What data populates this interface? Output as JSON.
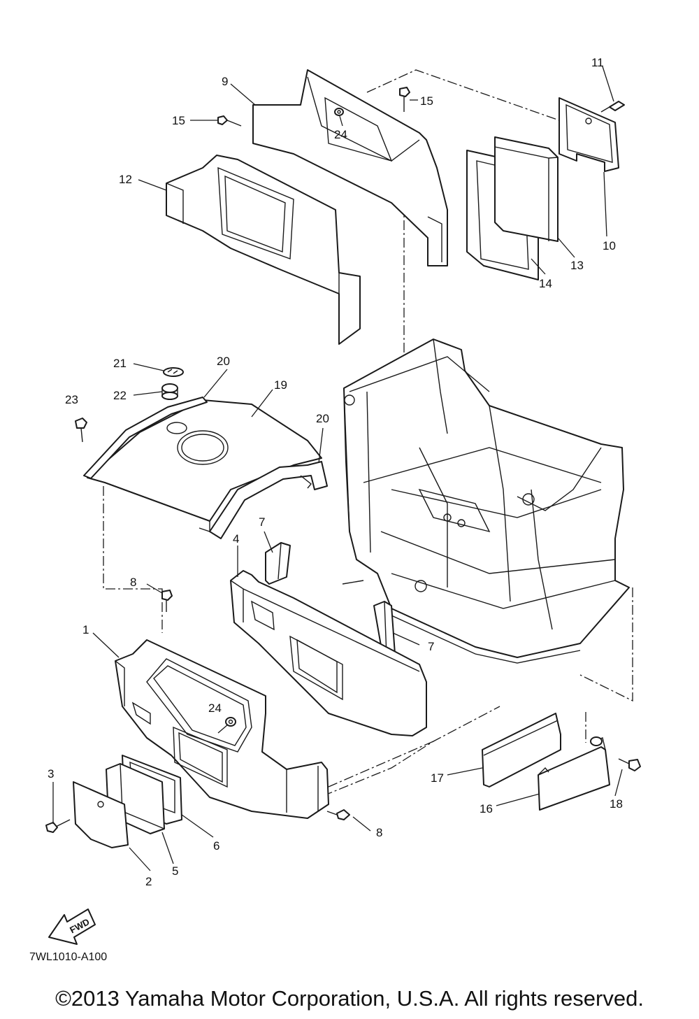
{
  "diagram": {
    "callouts": [
      {
        "id": "c1",
        "label": "1"
      },
      {
        "id": "c2",
        "label": "2"
      },
      {
        "id": "c3",
        "label": "3"
      },
      {
        "id": "c4",
        "label": "4"
      },
      {
        "id": "c5",
        "label": "5"
      },
      {
        "id": "c6",
        "label": "6"
      },
      {
        "id": "c7a",
        "label": "7"
      },
      {
        "id": "c7b",
        "label": "7"
      },
      {
        "id": "c8a",
        "label": "8"
      },
      {
        "id": "c8b",
        "label": "8"
      },
      {
        "id": "c9",
        "label": "9"
      },
      {
        "id": "c10",
        "label": "10"
      },
      {
        "id": "c11",
        "label": "11"
      },
      {
        "id": "c12",
        "label": "12"
      },
      {
        "id": "c13",
        "label": "13"
      },
      {
        "id": "c14",
        "label": "14"
      },
      {
        "id": "c15a",
        "label": "15"
      },
      {
        "id": "c15b",
        "label": "15"
      },
      {
        "id": "c16",
        "label": "16"
      },
      {
        "id": "c17",
        "label": "17"
      },
      {
        "id": "c18",
        "label": "18"
      },
      {
        "id": "c19",
        "label": "19"
      },
      {
        "id": "c20a",
        "label": "20"
      },
      {
        "id": "c20b",
        "label": "20"
      },
      {
        "id": "c21",
        "label": "21"
      },
      {
        "id": "c22",
        "label": "22"
      },
      {
        "id": "c23",
        "label": "23"
      },
      {
        "id": "c24a",
        "label": "24"
      },
      {
        "id": "c24b",
        "label": "24"
      }
    ],
    "fwd_label": "FWD",
    "drawing_code": "7WL1010-A100"
  },
  "footer": {
    "copyright": "©2013 Yamaha Motor Corporation, U.S.A. All rights reserved."
  }
}
